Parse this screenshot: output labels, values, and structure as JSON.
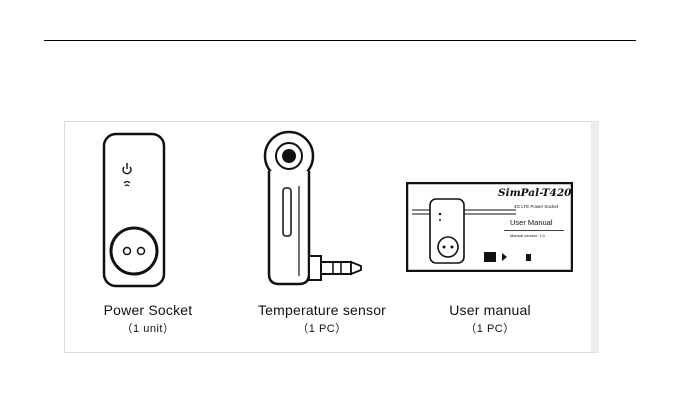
{
  "items": [
    {
      "name": "Power Socket",
      "qty": "（1 unit）"
    },
    {
      "name": "Temperature sensor",
      "qty": "（1 PC）"
    },
    {
      "name": "User manual",
      "qty": "（1 PC）"
    }
  ],
  "manual_cover": {
    "brand": "SimPal-T420",
    "tagline": "4G LTE Power Socket",
    "title": "User Manual",
    "version": "Manual version: 1.0"
  },
  "colors": {
    "line": "#111111",
    "panel_border": "#dcdcdc"
  }
}
